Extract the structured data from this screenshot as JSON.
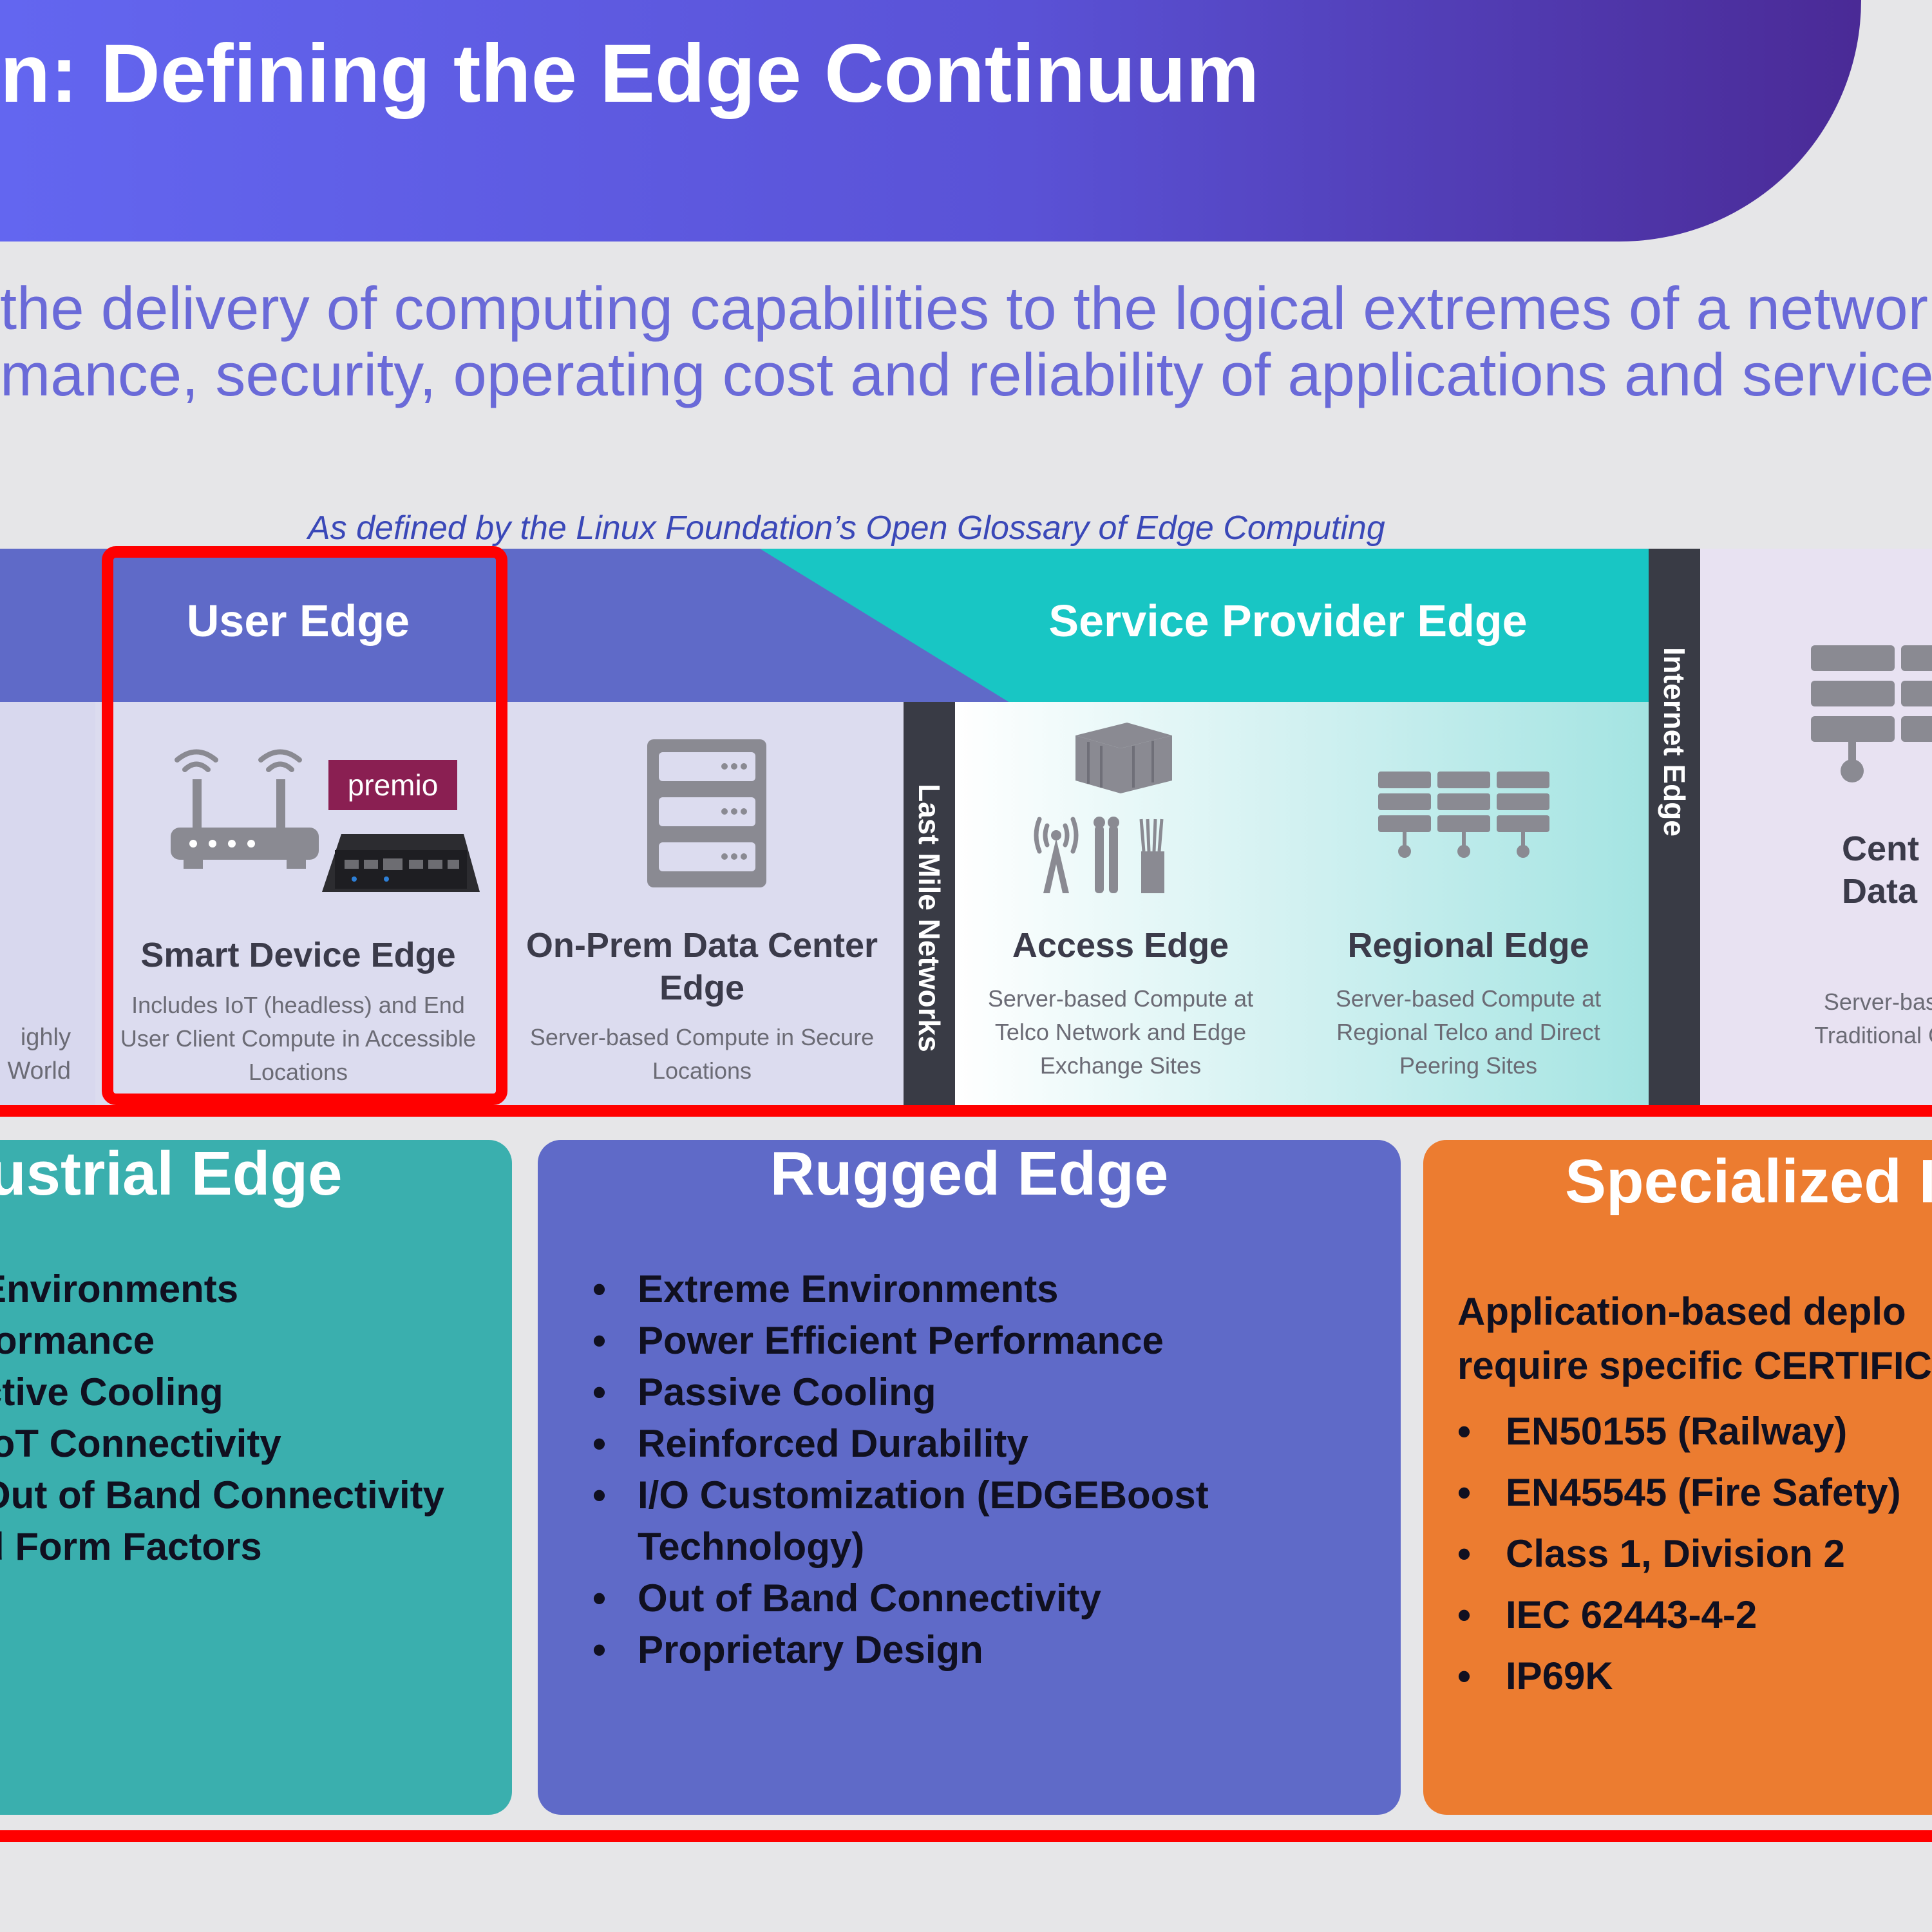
{
  "header": {
    "title": "n: Defining the Edge Continuum",
    "subtitle_line_1": "the delivery of computing capabilities to the logical extremes of a network in",
    "subtitle_line_2": "mance, security, operating cost and reliability of applications and services.",
    "source_caption": "As defined by the Linux Foundation’s Open Glossary of Edge Computing",
    "banner_color": "#5a52d6"
  },
  "continuum": {
    "user_edge_title": "User Edge",
    "service_provider_edge_title": "Service Provider Edge",
    "last_mile_label": "Last Mile Networks",
    "internet_edge_label": "Internet Edge",
    "leftmost_desc": "ighly\nWorld",
    "smart_device": {
      "title": "Smart Device Edge",
      "desc": "Includes IoT (headless) and End User Client Compute in Accessible Locations",
      "logo_text": "premio"
    },
    "onprem": {
      "title": "On-Prem Data Center Edge",
      "desc": "Server-based Compute in Secure Locations"
    },
    "access": {
      "title": "Access Edge",
      "desc": "Server-based Compute at Telco Network and Edge Exchange Sites"
    },
    "regional": {
      "title": "Regional Edge",
      "desc": "Server-based Compute at Regional Telco and Direct Peering Sites"
    },
    "central": {
      "title": "Cent\nData",
      "desc": "Server-base\nTraditional Cl"
    },
    "colors": {
      "header_purple": "#5f6ac8",
      "header_teal": "#18c6c4",
      "divider": "#393b45",
      "highlight": "#ff0000"
    }
  },
  "cards": {
    "industrial": {
      "title": "ustrial Edge",
      "color": "#3aafae",
      "items": [
        "Environments",
        "formance",
        "ctive Cooling",
        "IoT Connectivity",
        "Out of Band Connectivity",
        "d Form Factors"
      ]
    },
    "rugged": {
      "title": "Rugged Edge",
      "color": "#5f6ac8",
      "items": [
        "Extreme Environments",
        "Power Efficient Performance",
        "Passive Cooling",
        "Reinforced Durability",
        "I/O Customization (EDGEBoost Technology)",
        "Out of Band Connectivity",
        "Proprietary Design"
      ]
    },
    "specialized": {
      "title": "Specialized I",
      "color": "#ec7c30",
      "intro": "Application-based deplo\nrequire specific CERTIFIC",
      "items": [
        "EN50155 (Railway)",
        "EN45545 (Fire Safety)",
        "Class 1, Division 2",
        "IEC 62443-4-2",
        "IP69K"
      ]
    },
    "bullet_symbol": "•"
  }
}
